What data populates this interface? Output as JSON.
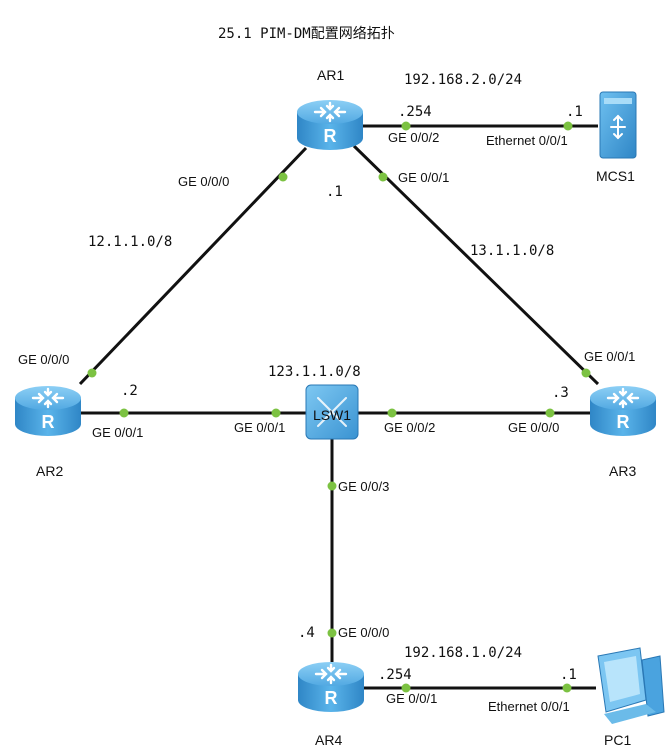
{
  "title": "25.1 PIM-DM配置网络拓扑",
  "devices": {
    "ar1": "AR1",
    "ar2": "AR2",
    "ar3": "AR3",
    "ar4": "AR4",
    "lsw1": "LSW1",
    "mcs1": "MCS1",
    "pc1": "PC1",
    "router_glyph": "R"
  },
  "networks": {
    "net_192_168_2": "192.168.2.0/24",
    "net_12": "12.1.1.0/8",
    "net_13": "13.1.1.0/8",
    "net_123": "123.1.1.0/8",
    "net_192_168_1": "192.168.1.0/24"
  },
  "hosts": {
    "ar1_254": ".254",
    "mcs1_1": ".1",
    "ar1_1": ".1",
    "ar2_2": ".2",
    "ar3_3": ".3",
    "ar4_4": ".4",
    "ar4_254": ".254",
    "pc1_1": ".1"
  },
  "ports": {
    "ar1_ge002": "GE 0/0/2",
    "mcs1_eth": "Ethernet 0/0/1",
    "ar1_ge000": "GE 0/0/0",
    "ar1_ge001": "GE 0/0/1",
    "ar2_ge000": "GE 0/0/0",
    "ar2_ge001": "GE 0/0/1",
    "lsw1_ge001": "GE 0/0/1",
    "lsw1_ge002": "GE 0/0/2",
    "ar3_ge000": "GE 0/0/0",
    "ar3_ge001": "GE 0/0/1",
    "lsw1_ge003": "GE 0/0/3",
    "ar4_ge000": "GE 0/0/0",
    "ar4_ge001": "GE 0/0/1",
    "pc1_eth": "Ethernet 0/0/1"
  },
  "colors": {
    "router": "#4aa3df",
    "port_dot": "#7cc242",
    "link": "#111111"
  }
}
